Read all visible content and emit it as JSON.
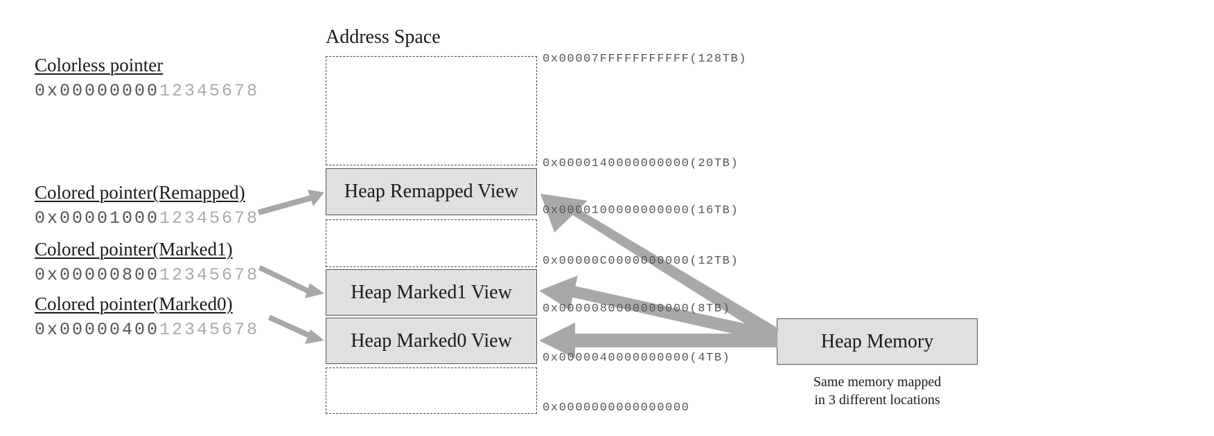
{
  "title": "Address Space",
  "pointers": [
    {
      "label": "Colorless pointer",
      "value_strong": "0x00000000",
      "value_faint": "12345678"
    },
    {
      "label": "Colored pointer(Remapped)",
      "value_strong": "0x00001000",
      "value_faint": "12345678"
    },
    {
      "label": "Colored pointer(Marked1)",
      "value_strong": "0x00000800",
      "value_faint": "12345678"
    },
    {
      "label": "Colored pointer(Marked0)",
      "value_strong": "0x00000400",
      "value_faint": "12345678"
    }
  ],
  "addresses": [
    "0x00007FFFFFFFFFFF(128TB)",
    "0x0000140000000000(20TB)",
    "0x0000100000000000(16TB)",
    "0x00000C0000000000(12TB)",
    "0x0000080000000000(8TB)",
    "0x0000040000000000(4TB)",
    "0x0000000000000000"
  ],
  "views": {
    "remapped": "Heap Remapped View",
    "marked1": "Heap Marked1 View",
    "marked0": "Heap Marked0 View"
  },
  "heap_memory": {
    "label": "Heap Memory",
    "note_line1": "Same memory mapped",
    "note_line2": "in 3 different locations"
  },
  "colors": {
    "view_fill": "#e0e0e0",
    "arrow": "#a8a8a8",
    "border": "#555555"
  }
}
